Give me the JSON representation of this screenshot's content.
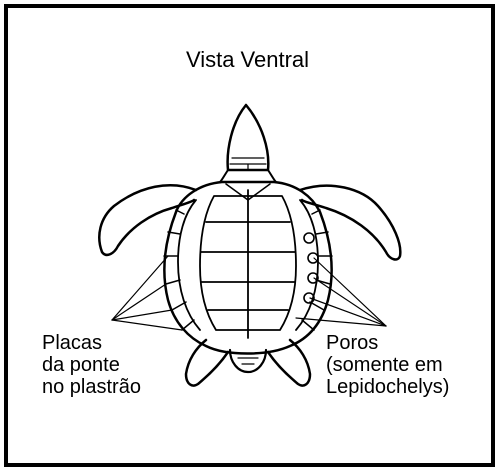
{
  "title": "Vista Ventral",
  "labels": {
    "left": {
      "line1": "Placas",
      "line2": "da ponte",
      "line3": "no plastrão"
    },
    "right": {
      "line1": "Poros",
      "line2": "(somente em",
      "line3": "Lepidochelys)"
    }
  },
  "colors": {
    "ink": "#000000",
    "paper": "#ffffff"
  }
}
